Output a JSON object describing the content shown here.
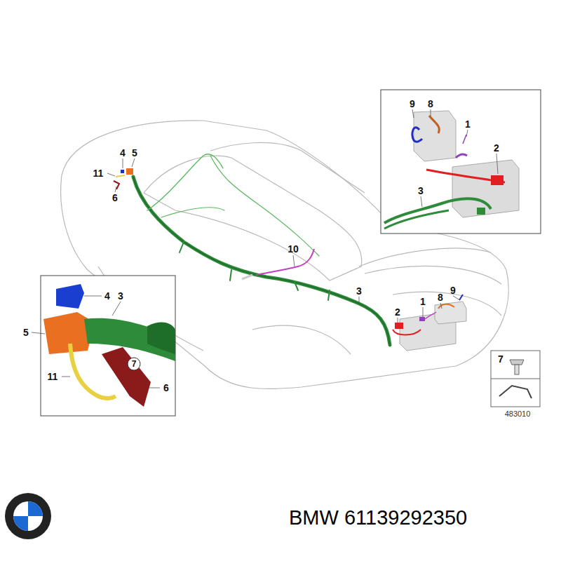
{
  "diagram": {
    "caption": "BMW 61139292350",
    "labels": [
      "4",
      "5",
      "11",
      "6",
      "10",
      "3",
      "8",
      "9",
      "2",
      "1",
      "9",
      "8",
      "1",
      "2",
      "3",
      "4",
      "3",
      "5",
      "11",
      "7",
      "6",
      "7",
      "483010"
    ]
  }
}
